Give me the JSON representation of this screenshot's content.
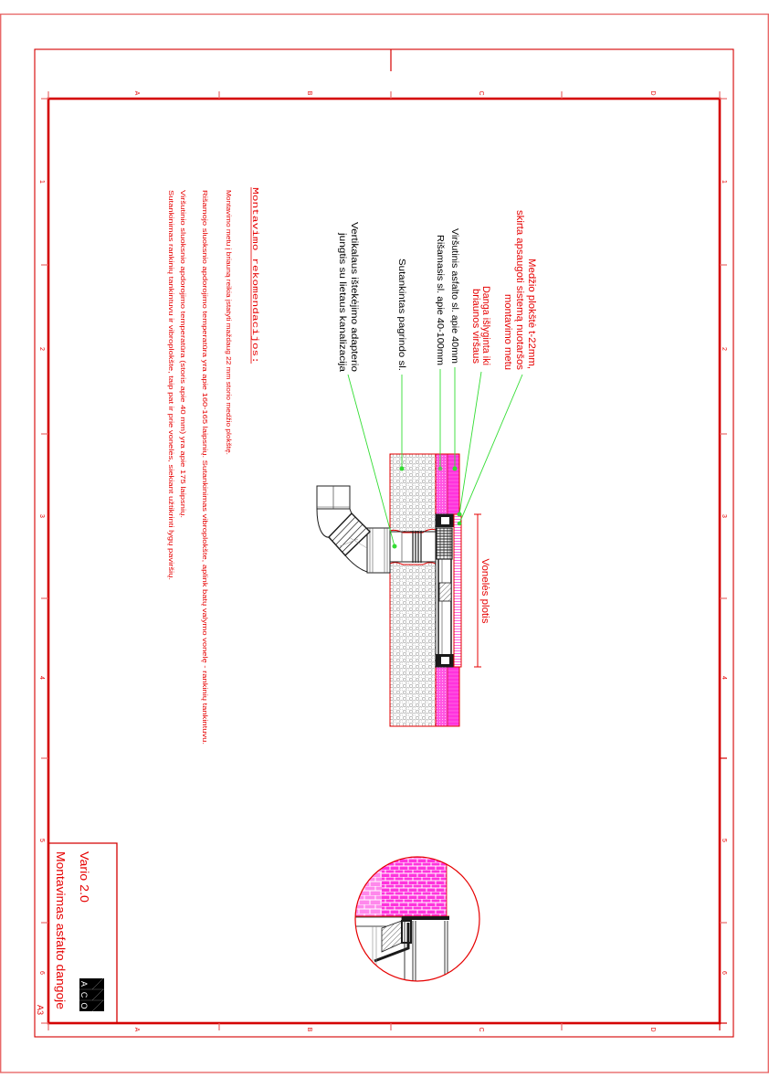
{
  "document": {
    "sheet_size": "A3"
  },
  "frame": {
    "columns_top": [
      "A",
      "B",
      "C",
      "D"
    ],
    "columns_bottom": [
      "A",
      "B",
      "C",
      "D"
    ],
    "rows_left": [
      "1",
      "2",
      "3",
      "4",
      "5",
      "6"
    ],
    "rows_right": [
      "1",
      "2",
      "3",
      "4",
      "5",
      "6"
    ]
  },
  "labels": {
    "wood_board": [
      "Medžio plokštė t-22mm,",
      "skirta apsaugoti sistemą nuotaršos",
      "montavimo metu"
    ],
    "surface_level": [
      "Danga išlyginta iki",
      "briaunos viršaus"
    ],
    "top_asphalt": "Viršutinis asfalto sl. apie 40mm",
    "binder_layer": "Rišamasis sl. apie 40-100mm",
    "base_layer": "Sutankintas pagrindo sl.",
    "outlet_adapter": [
      "Vertikalaus ištekėjimo adapterio",
      "jungtis su lietaus kanalizacija"
    ],
    "tray_width": "Vonelės plotis"
  },
  "notes": {
    "heading": "Montavimo rekomendacijos:",
    "lines": [
      "Montavimo metu į briauną reikia įstatyti maždaug 22 mm storio medžio plokštę.",
      "Rišamojo sluoksnio apdorojimo temperatūra yra apie 160-165 laipsnių. Sutankinimas vibroplokšte, aplink batų valymo vonelę - rankinių tankintuvu.",
      "Viršutinio sluoksnio apdorojimo temperatūra (storis apie 40 mm) yra apie 175 laipsnių.",
      "Sutankinimas rankinių tankintuvu ir vibroplokšte, taip pat ir prie vonelės, siekiant užtikrinti lygų paviršių."
    ]
  },
  "title_block": {
    "product": "Vario 2.0",
    "title": "Montavimas asfalto dangoje",
    "logo": [
      "A",
      "C",
      "O"
    ],
    "sheet_size": "A3"
  },
  "colors": {
    "frame": "#d40000",
    "frame_light": "#e86a6a",
    "annotation_text": "#e60000",
    "label_text": "#000000",
    "leader": "#33dd33",
    "asphalt_top": "#ff33dd",
    "asphalt_binder": "#ff55e2",
    "concrete_hatch": "#9a9a9a"
  }
}
